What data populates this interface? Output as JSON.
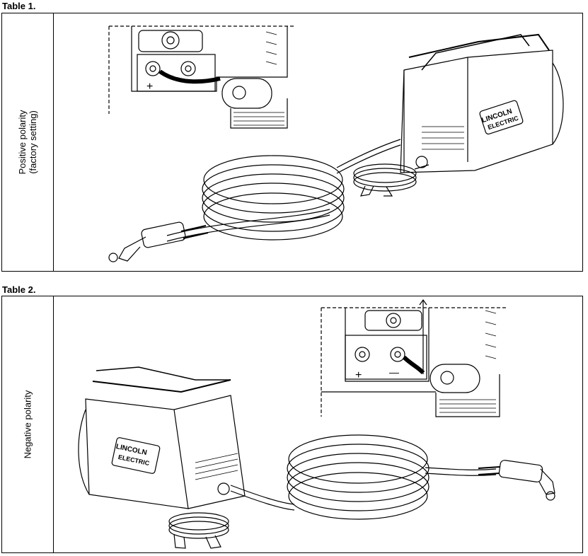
{
  "table1": {
    "caption": "Table 1.",
    "label_line1": "Positive polarity",
    "label_line2": "(factory setting)",
    "brand_line1": "LINCOLN",
    "brand_line2": "ELECTRIC",
    "plus_sign": "+"
  },
  "table2": {
    "caption": "Table 2.",
    "label_line1": "Negative polarity",
    "brand_line1": "LINCOLN",
    "brand_line2": "ELECTRIC",
    "plus_sign": "+",
    "minus_sign": "—"
  }
}
